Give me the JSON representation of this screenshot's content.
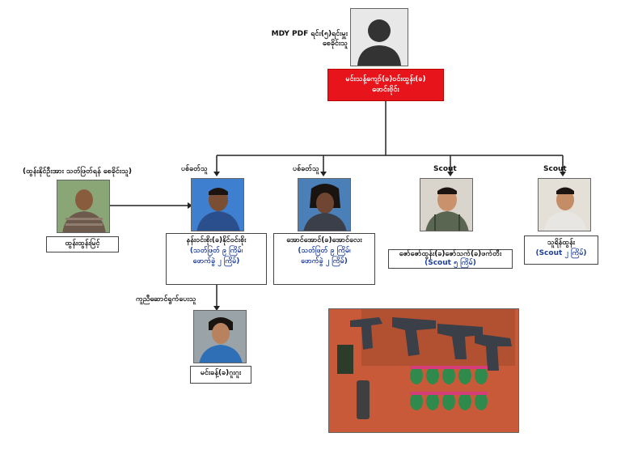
{
  "leader": {
    "caption_line1": "MDY PDF ရင်း(၅)ရင်းမှူး",
    "caption_line2": "စေခိုင်းသူ",
    "name_line1": "မင်းသန့်ကျော်(ခ)ဝင်းထွန်း(ခ)",
    "name_line2": "ဖောင်းဗိုင်း"
  },
  "informant": {
    "caption": "(ထွန်းနိုင်ဦးအား သတ်ဖြတ်ရန် စေခိုင်းသူ)",
    "name": "ထွန်းထွန်းမြင့်"
  },
  "members": [
    {
      "role": "ပစ်ခတ်သူ",
      "name": "နန်းဝင်းစိုး(ခ)နိုင်ဝင်းစိုး",
      "detail1": "(သတ်ဖြတ် ၉ ကြိမ်၊",
      "detail2": "ဖောက်ခွဲ ၂ ကြိမ်)"
    },
    {
      "role": "ပစ်ခတ်သူ",
      "name": "အောင်အောင်(ခ)အောင်လေး",
      "detail1": "(သတ်ဖြတ် ၉ ကြိမ်၊",
      "detail2": "ဖောက်ခွဲ ၂ ကြိမ်)"
    },
    {
      "role": "Scout",
      "name": "ဇော်ဇော်ထွန်း(ခ)ဇော်သက်(ခ)ဖက်တီး",
      "detail1": "(Scout ၅ ကြိမ်)"
    },
    {
      "role": "Scout",
      "name": "သူရိန်ထွန်း",
      "detail1": "(Scout ၂ ကြိမ်)"
    }
  ],
  "helper": {
    "role": "ကူညီဆောင်ရွက်ပေးသူ",
    "name": "မင်းခန့်(ခ)ဂူးဂူး"
  },
  "colors": {
    "leader_box": "#e8141b",
    "line": "#222222",
    "detail_text": "#1f3f9a"
  }
}
